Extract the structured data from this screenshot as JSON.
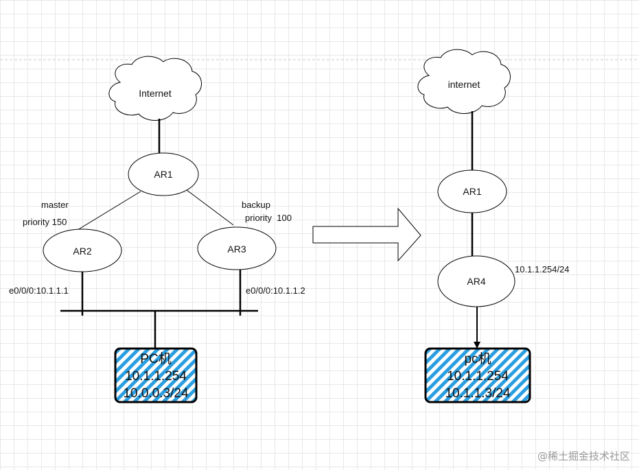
{
  "left": {
    "cloud_label": "Internet",
    "ar1": "AR1",
    "ar2": "AR2",
    "ar3": "AR3",
    "master_label": "master",
    "master_priority": "priority 150",
    "backup_label": "backup",
    "backup_priority": "priority  100",
    "ar2_iface": "e0/0/0:10.1.1.1",
    "ar3_iface": "e0/0/0:10.1.1.2",
    "pc_title": "PC机",
    "pc_gateway": "10.1.1.254",
    "pc_ip": "10.0.0.3/24"
  },
  "right": {
    "cloud_label": "internet",
    "ar1": "AR1",
    "ar4": "AR4",
    "ar4_ip": "10.1.1.254/24",
    "pc_title": "pc机",
    "pc_gateway": "10.1.1.254",
    "pc_ip": "10.1.1.3/24"
  },
  "watermark": "@稀土掘金技术社区",
  "colors": {
    "hatch": "#2a9ee0",
    "line": "#000000"
  }
}
